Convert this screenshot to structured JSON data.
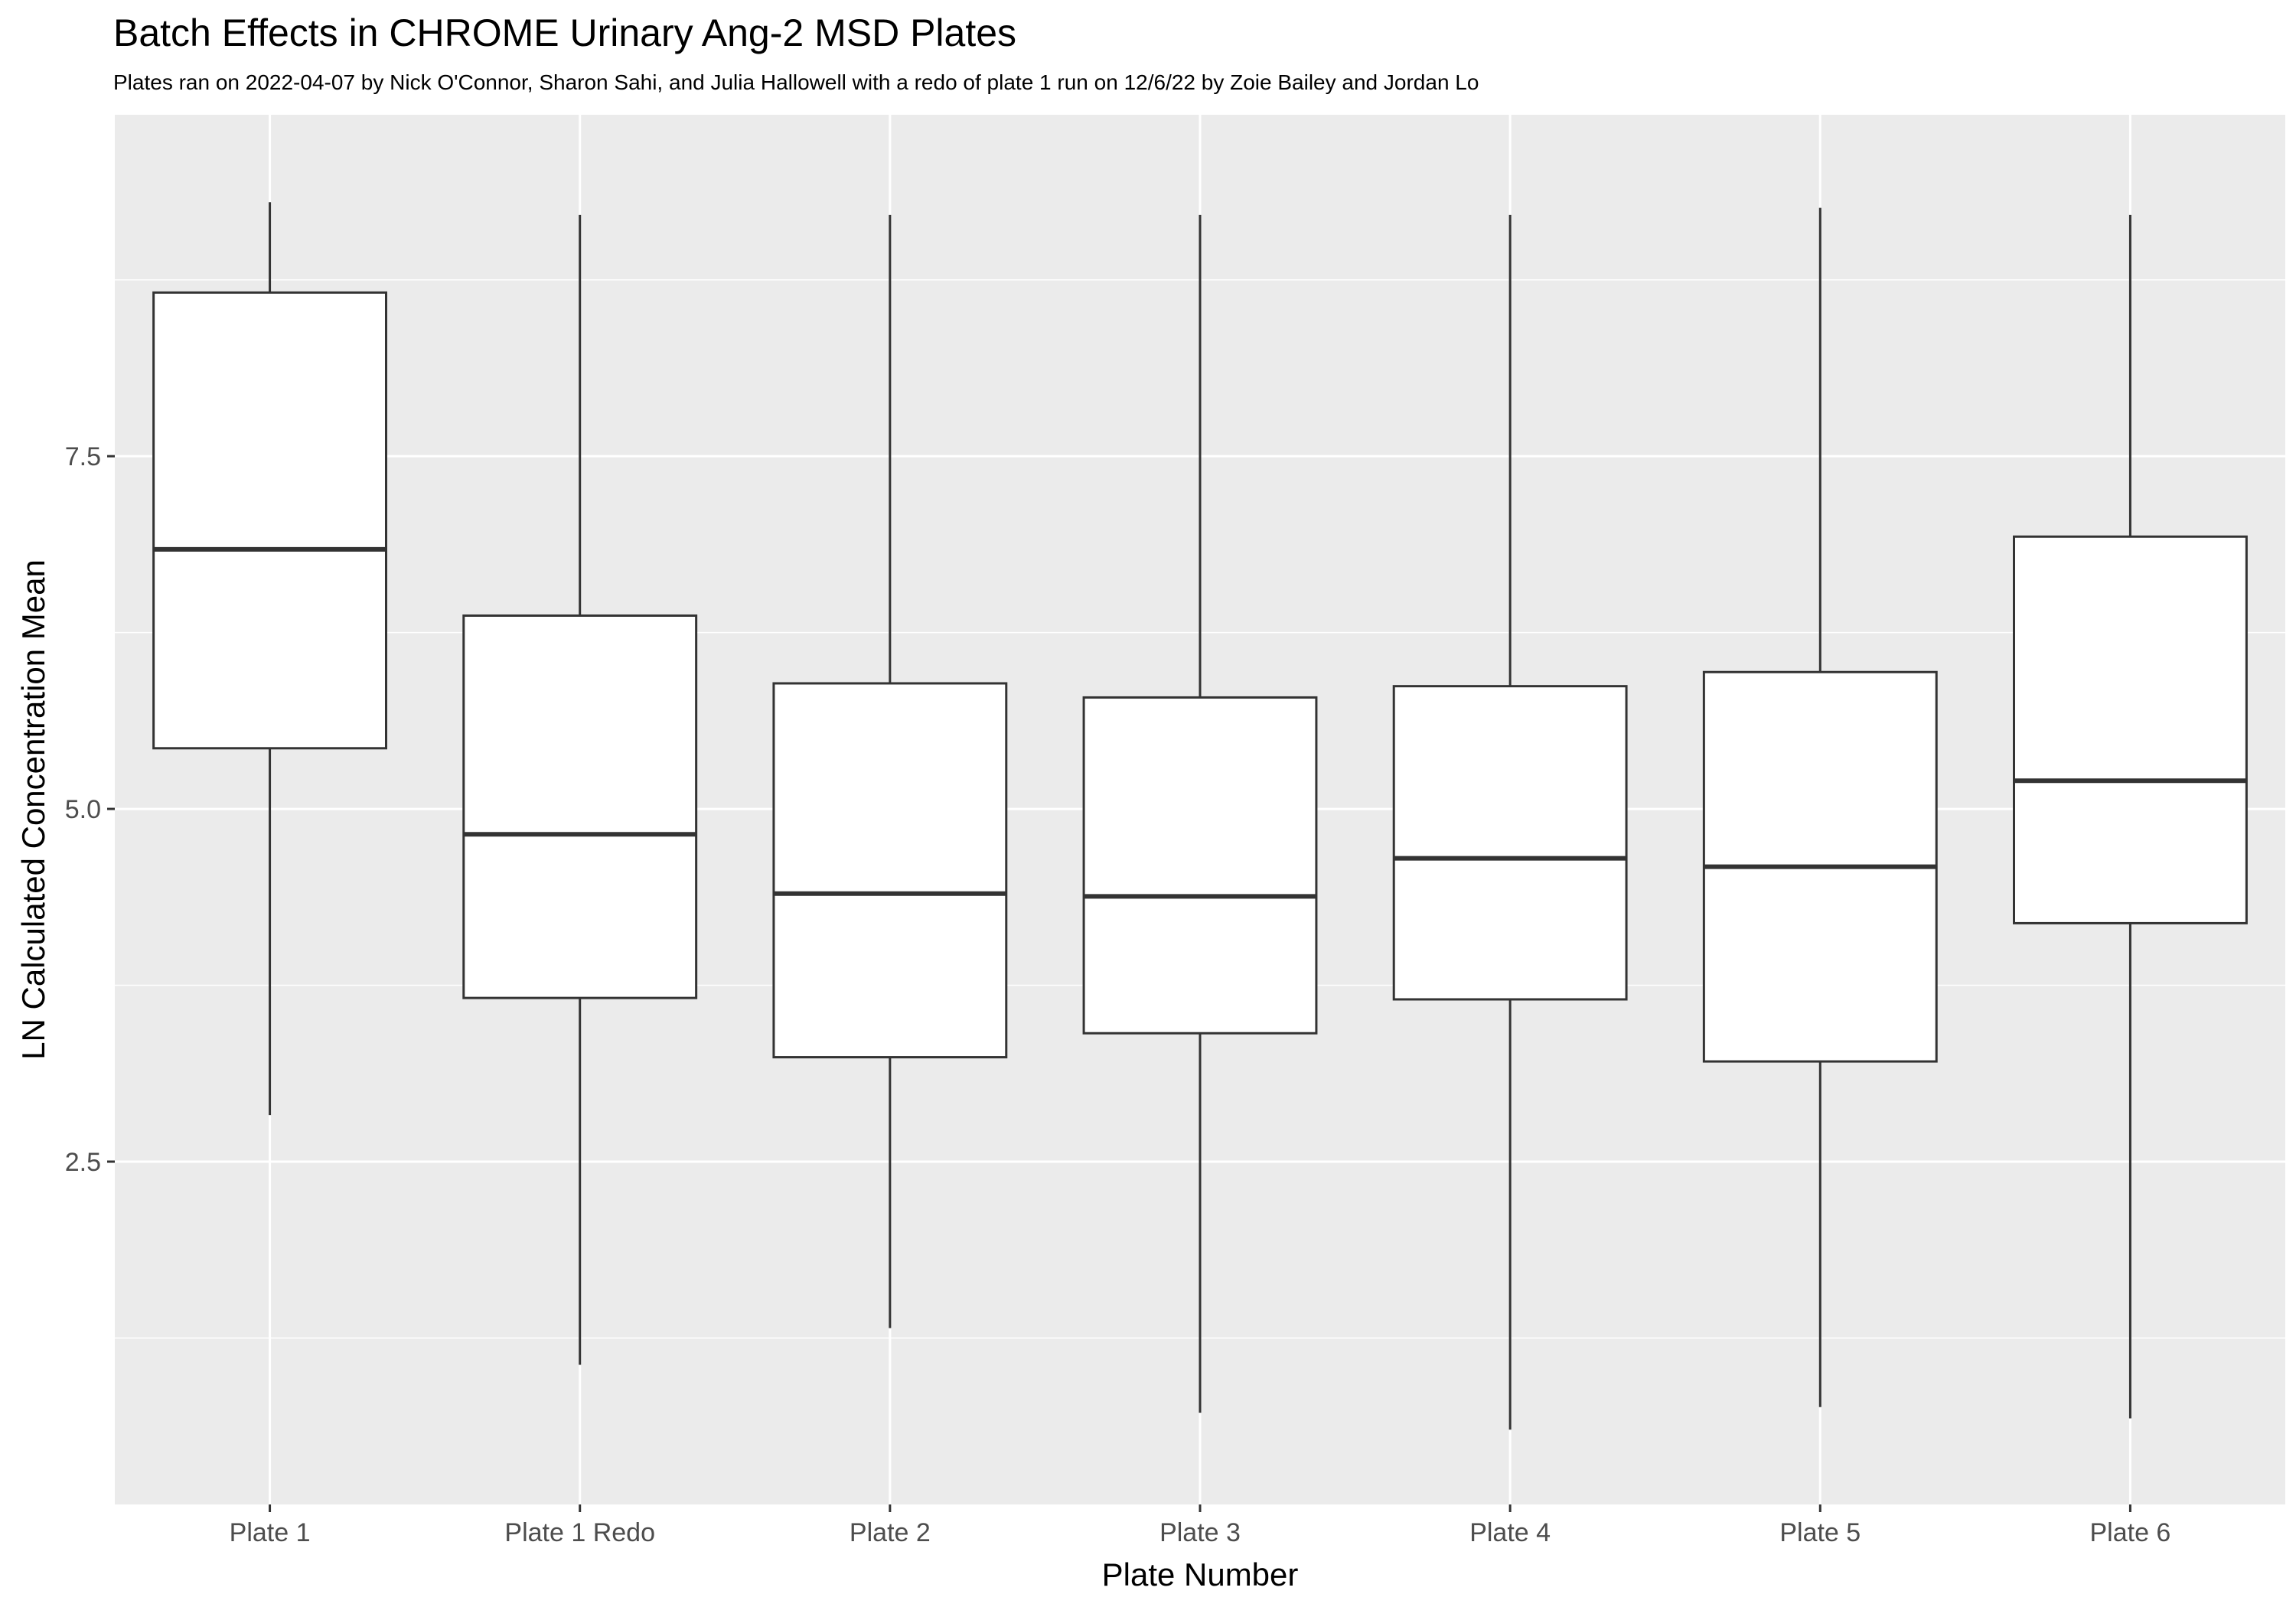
{
  "chart_data": {
    "type": "box",
    "title": "Batch Effects in CHROME Urinary Ang-2 MSD Plates",
    "subtitle": "Plates ran on 2022-04-07 by Nick O'Connor, Sharon Sahi, and Julia Hallowell with a redo of plate 1 run on 12/6/22 by Zoie Bailey and Jordan Lo",
    "xlabel": "Plate Number",
    "ylabel": "LN Calculated Concentration Mean",
    "categories": [
      "Plate 1",
      "Plate 1 Redo",
      "Plate 2",
      "Plate 3",
      "Plate 4",
      "Plate 5",
      "Plate 6"
    ],
    "ylim": [
      0.07,
      9.92
    ],
    "yticks": [
      2.5,
      5.0,
      7.5
    ],
    "ytick_labels": [
      "2.5",
      "5.0",
      "7.5"
    ],
    "grid": true,
    "series": [
      {
        "boxes": [
          {
            "min": 2.83,
            "q1": 5.43,
            "median": 6.84,
            "q3": 8.66,
            "max": 9.3
          },
          {
            "min": 1.06,
            "q1": 3.66,
            "median": 4.82,
            "q3": 6.37,
            "max": 9.21
          },
          {
            "min": 1.32,
            "q1": 3.24,
            "median": 4.4,
            "q3": 5.89,
            "max": 9.21
          },
          {
            "min": 0.72,
            "q1": 3.41,
            "median": 4.38,
            "q3": 5.79,
            "max": 9.21
          },
          {
            "min": 0.6,
            "q1": 3.65,
            "median": 4.65,
            "q3": 5.87,
            "max": 9.21
          },
          {
            "min": 0.76,
            "q1": 3.21,
            "median": 4.59,
            "q3": 5.97,
            "max": 9.26
          },
          {
            "min": 0.68,
            "q1": 4.19,
            "median": 5.2,
            "q3": 6.93,
            "max": 9.21
          }
        ]
      }
    ],
    "colors": {
      "panel_background": "#ebebeb",
      "gridline": "#ffffff",
      "box_fill": "#ffffff",
      "box_stroke": "#333333",
      "tick_text": "#4d4d4d"
    }
  }
}
